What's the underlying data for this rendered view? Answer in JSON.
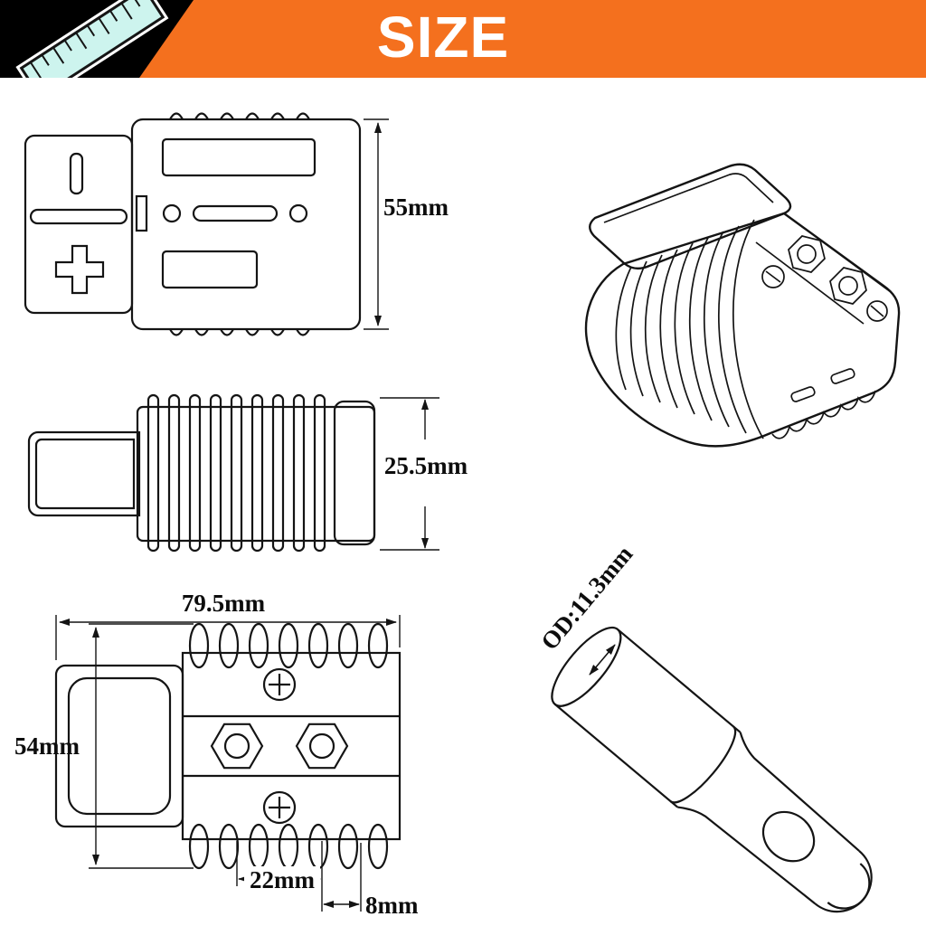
{
  "header": {
    "title": "SIZE"
  },
  "icons": {
    "ruler": "diagonal-ruler"
  },
  "colors": {
    "banner_orange": "#F4701E",
    "corner_black": "#000000",
    "ruler_teal": "#CDF4EE",
    "line_color": "#141414",
    "background": "#FFFFFF"
  },
  "dimensions": {
    "front_height": "55mm",
    "side_thickness": "25.5mm",
    "top_width": "79.5mm",
    "top_depth": "54mm",
    "bolt_spacing": "22mm",
    "bolt_edge_offset": "8mm",
    "lug_outer_diameter": "OD:11.3mm"
  }
}
